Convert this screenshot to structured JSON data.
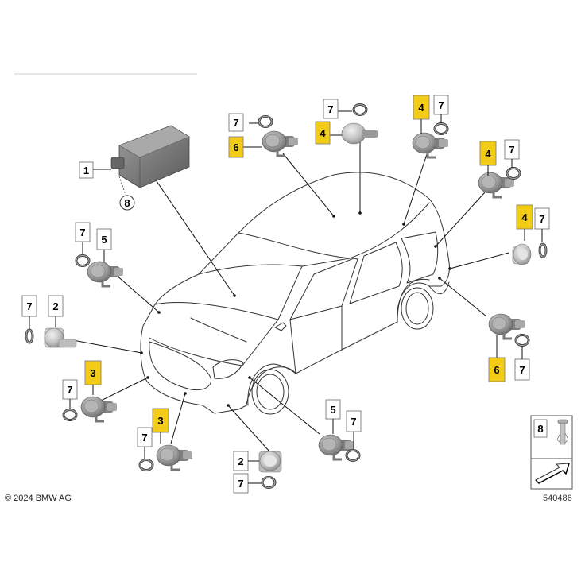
{
  "copyright": "© 2024 BMW AG",
  "diagram_id": "540486",
  "labels": {
    "ecu": "1",
    "sensor_gray": "2",
    "sensor_front_yellow": "3",
    "sensor_rear_yellow": "4",
    "sensor_side": "5",
    "sensor_corner": "6",
    "gasket": "7",
    "clip": "8"
  },
  "colors": {
    "highlight": "#f3cc17",
    "part_gray": "#8e8e8e",
    "line": "#111111"
  }
}
